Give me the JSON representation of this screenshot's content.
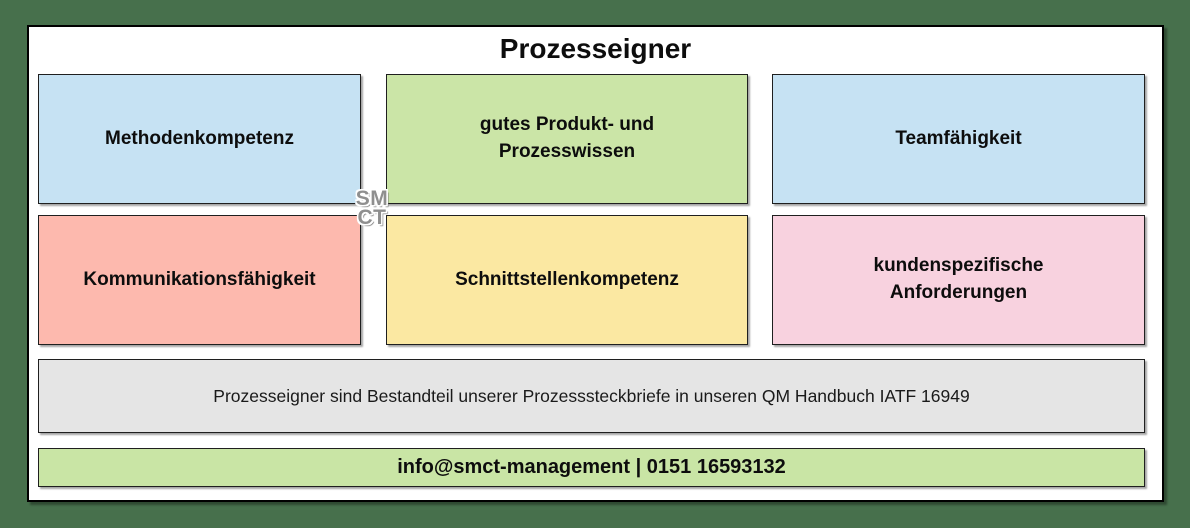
{
  "title": "Prozesseigner",
  "boxes": [
    {
      "label": "Methodenkompetenz",
      "bg": "#c6e2f3"
    },
    {
      "label": "gutes Produkt- und\nProzesswissen",
      "bg": "#cbe5a7"
    },
    {
      "label": "Teamfähigkeit",
      "bg": "#c6e2f3"
    },
    {
      "label": "Kommunikationsfähigkeit",
      "bg": "#fdb9ae"
    },
    {
      "label": "Schnittstellenkompetenz",
      "bg": "#fbe8a2"
    },
    {
      "label": "kundenspezifische\nAnforderungen",
      "bg": "#f8d2df"
    }
  ],
  "note": {
    "text": "Prozesseigner sind Bestandteil unserer Prozesssteckbriefe in unseren QM Handbuch IATF 16949",
    "bg": "#e5e5e5"
  },
  "footer": {
    "text": "info@smct-management | 0151 16593132",
    "bg": "#c9e5a5"
  },
  "logo": {
    "line1": "SM",
    "line2": "CT"
  },
  "palette": {
    "background": "#47704c",
    "panel": "#ffffff",
    "box_border": "#1f1f1f"
  }
}
